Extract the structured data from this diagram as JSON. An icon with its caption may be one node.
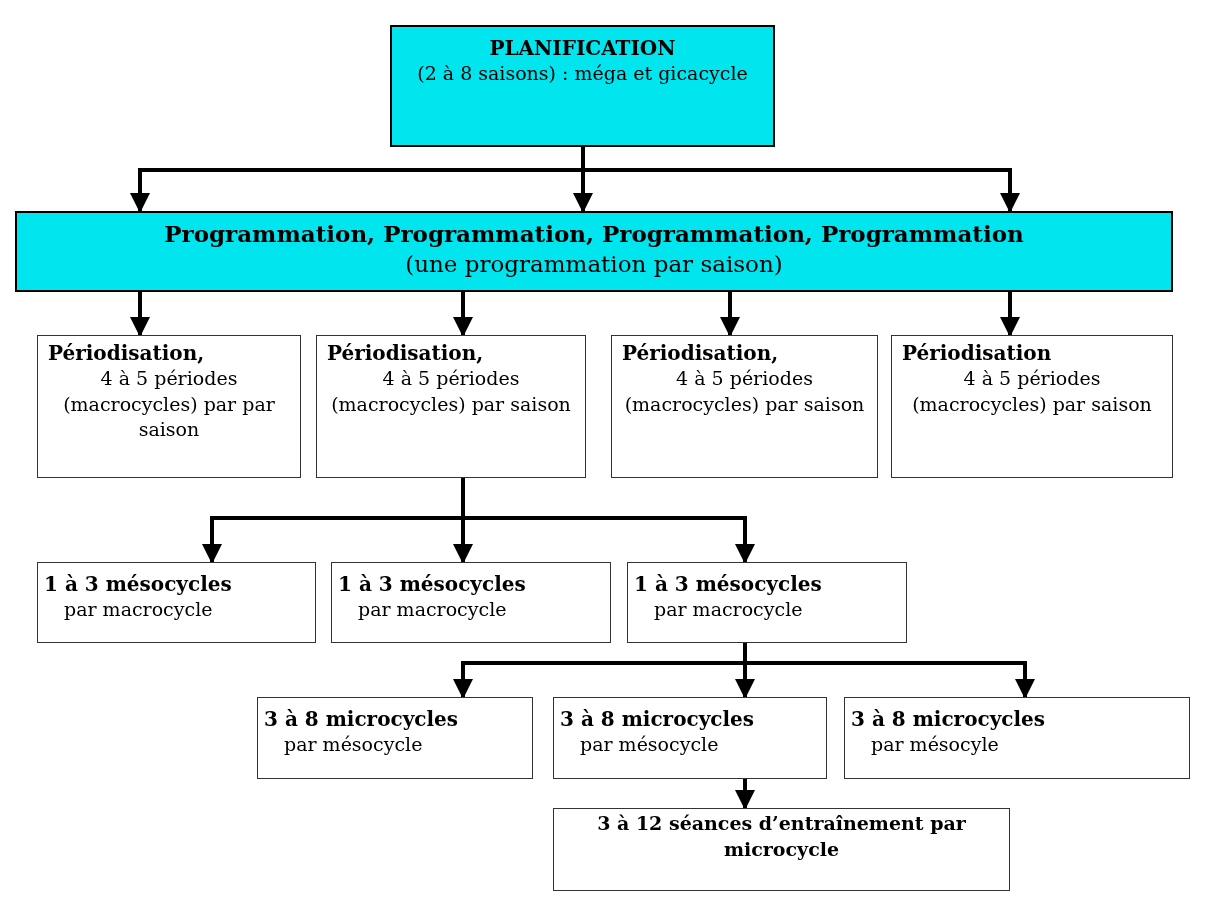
{
  "diagram": {
    "nodes": [
      {
        "text": [
          "PLANIFICATION",
          "(2 à 8 saisons) : méga et gicacycle"
        ]
      },
      {
        "text": [
          "Programmation, Programmation, Programmation, Programmation",
          "(une programmation par saison)"
        ]
      },
      {
        "text": [
          "Périodisation,",
          "4 à 5 périodes (macrocycles) par par saison"
        ]
      },
      {
        "text": [
          "Périodisation,",
          "4 à 5 périodes (macrocycles) par saison"
        ]
      },
      {
        "text": [
          "Périodisation,",
          "4 à 5 périodes (macrocycles) par saison"
        ]
      },
      {
        "text": [
          "Périodisation",
          "4 à 5 périodes (macrocycles) par saison"
        ]
      },
      {
        "text": [
          "1 à 3 mésocycles",
          "par macrocycle"
        ]
      },
      {
        "text": [
          "1 à 3 mésocycles",
          "par macrocycle"
        ]
      },
      {
        "text": [
          "1 à 3 mésocycles",
          "par macrocycle"
        ]
      },
      {
        "text": [
          "3 à 8 microcycles",
          "par mésocycle"
        ]
      },
      {
        "text": [
          "3 à 8 microcycles",
          "par mésocycle"
        ]
      },
      {
        "text": [
          "3 à 8 microcycles",
          "par mésocyle"
        ]
      },
      {
        "text": [
          "3 à 12 séances d’entraînement par microcycle"
        ]
      }
    ],
    "edges": [
      {
        "from": 0,
        "to": 1,
        "arrow": "to"
      },
      {
        "from": 0,
        "to": 1,
        "arrow": "to"
      },
      {
        "from": 0,
        "to": 1,
        "arrow": "to"
      },
      {
        "from": 1,
        "to": 2,
        "arrow": "to"
      },
      {
        "from": 1,
        "to": 3,
        "arrow": "to"
      },
      {
        "from": 1,
        "to": 4,
        "arrow": "to"
      },
      {
        "from": 1,
        "to": 5,
        "arrow": "to"
      },
      {
        "from": 3,
        "to": 6,
        "arrow": "to"
      },
      {
        "from": 3,
        "to": 7,
        "arrow": "to"
      },
      {
        "from": 3,
        "to": 8,
        "arrow": "to"
      },
      {
        "from": 8,
        "to": 9,
        "arrow": "to"
      },
      {
        "from": 8,
        "to": 10,
        "arrow": "to"
      },
      {
        "from": 8,
        "to": 11,
        "arrow": "to"
      },
      {
        "from": 10,
        "to": 12,
        "arrow": "to"
      }
    ]
  }
}
